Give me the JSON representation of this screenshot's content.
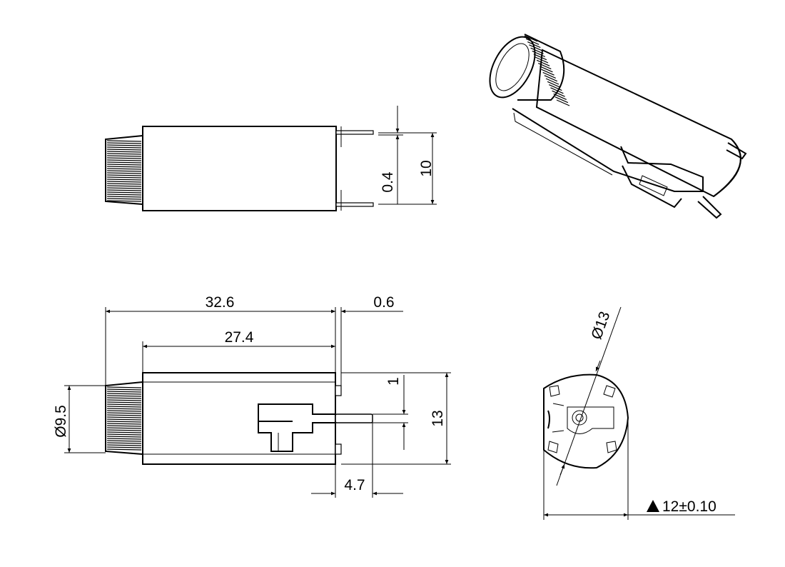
{
  "drawing": {
    "side_view": {
      "dims": {
        "pin_thickness": "0.4",
        "pin_spacing": "10"
      }
    },
    "front_view": {
      "dims": {
        "overall_length": "32.6",
        "body_length": "27.4",
        "pin_offset": "0.6",
        "cap_diameter": "Ø9.5",
        "pin_height": "1",
        "body_height": "13",
        "pin_length": "4.7"
      }
    },
    "end_view": {
      "dims": {
        "body_diameter": "Ø13",
        "mount_tolerance": "12±0.10"
      }
    }
  }
}
